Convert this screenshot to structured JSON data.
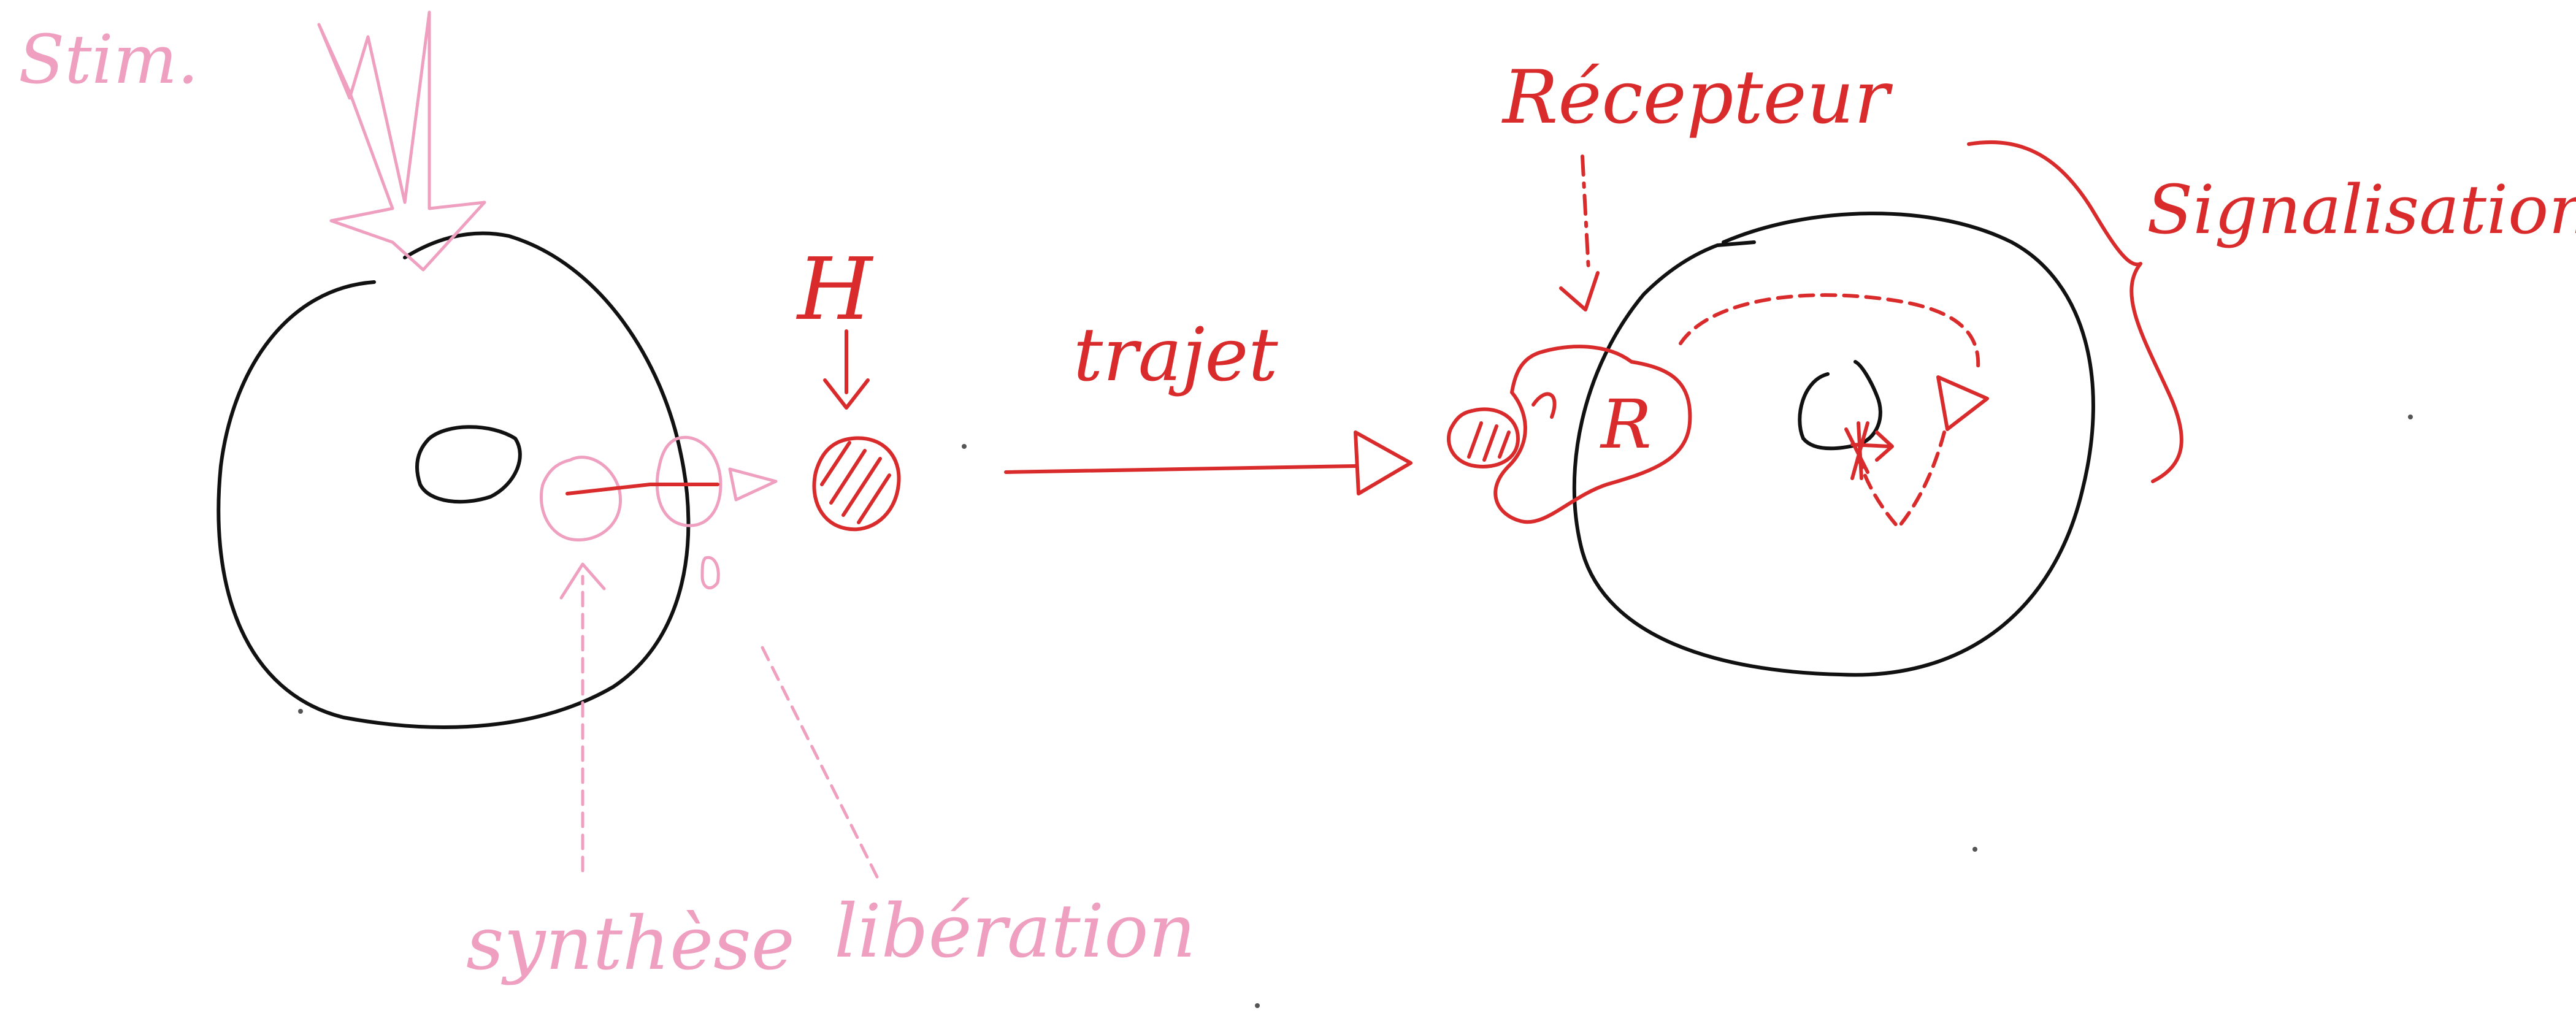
{
  "colors": {
    "pink": "#ef9fbf",
    "red": "#d92b2b",
    "black": "#111111",
    "background": "#ffffff"
  },
  "labels": {
    "stimulus": "Stim.",
    "hormone": "H",
    "trajet": "trajet",
    "synthese": "synthèse",
    "liberation": "libération",
    "recepteur": "Récepteur",
    "receptor_letter": "R",
    "signalisation": "Signalisation"
  }
}
